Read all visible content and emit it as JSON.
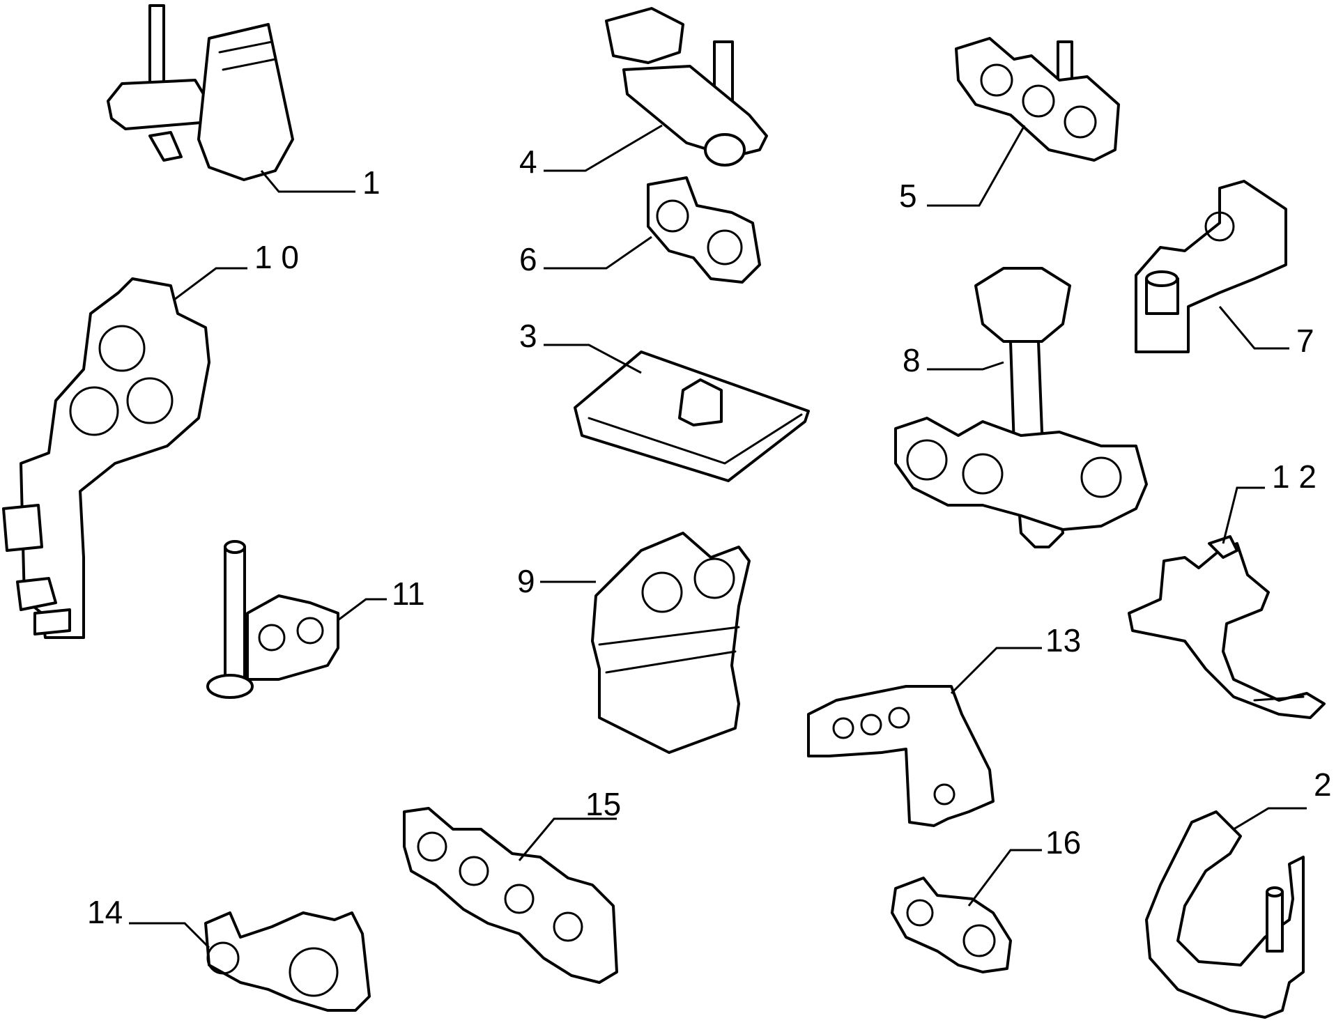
{
  "diagram": {
    "callouts": [
      {
        "id": "1",
        "label": "1"
      },
      {
        "id": "2",
        "label": "2"
      },
      {
        "id": "3",
        "label": "3"
      },
      {
        "id": "4",
        "label": "4"
      },
      {
        "id": "5",
        "label": "5"
      },
      {
        "id": "6",
        "label": "6"
      },
      {
        "id": "7",
        "label": "7"
      },
      {
        "id": "8",
        "label": "8"
      },
      {
        "id": "9",
        "label": "9"
      },
      {
        "id": "10",
        "label": "1 0"
      },
      {
        "id": "11",
        "label": "11"
      },
      {
        "id": "12",
        "label": "1 2"
      },
      {
        "id": "13",
        "label": "13"
      },
      {
        "id": "14",
        "label": "14"
      },
      {
        "id": "15",
        "label": "15"
      },
      {
        "id": "16",
        "label": "16"
      }
    ]
  }
}
